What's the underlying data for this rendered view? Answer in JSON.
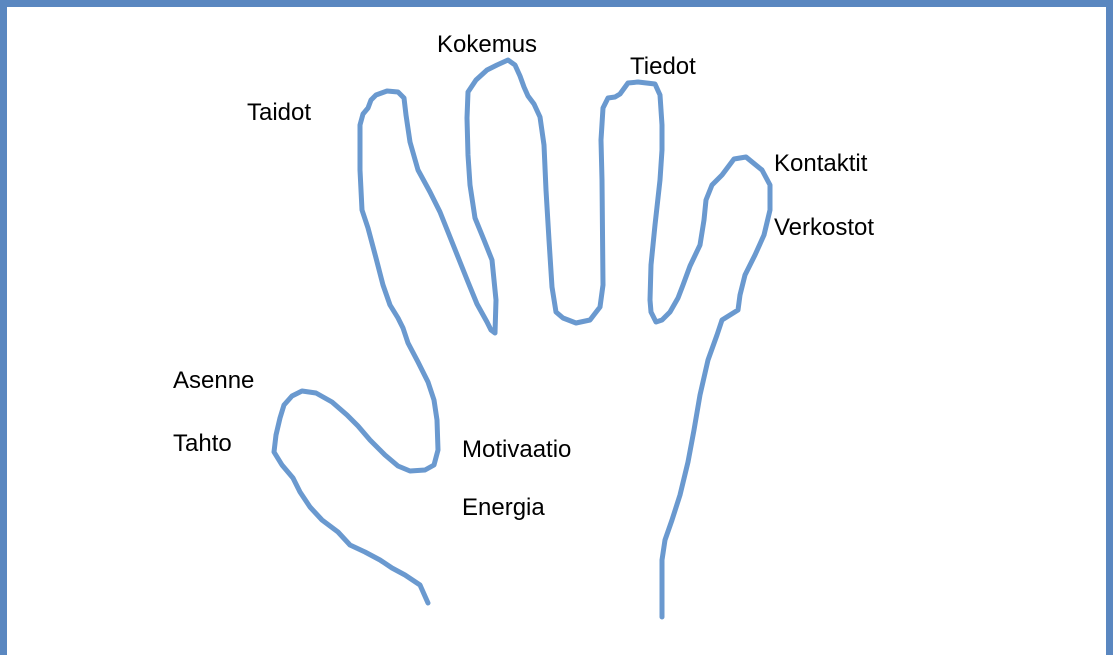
{
  "diagram": {
    "labels": {
      "kokemus": "Kokemus",
      "tiedot": "Tiedot",
      "taidot": "Taidot",
      "kontaktit": "Kontaktit",
      "verkostot": "Verkostot",
      "asenne": "Asenne",
      "tahto": "Tahto",
      "motivaatio": "Motivaatio",
      "energia": "Energia"
    },
    "colors": {
      "outline": "#6a99cf",
      "frame": "#5a87c0",
      "text": "#000000",
      "background": "#ffffff"
    }
  }
}
